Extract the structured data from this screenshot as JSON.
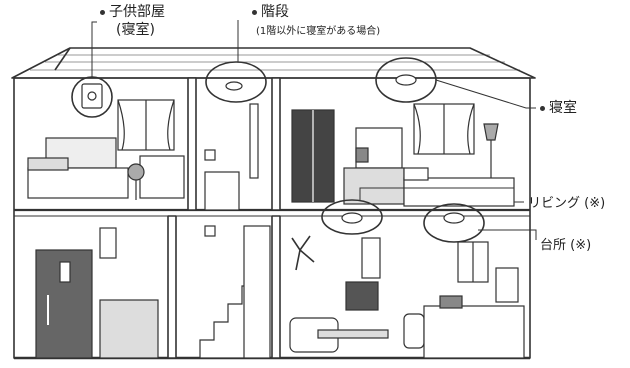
{
  "labels": {
    "kids_room": "子供部屋",
    "kids_room_sub": "(寝室)",
    "stairs": "階段",
    "stairs_note": "(1階以外に寝室がある場合)",
    "bedroom": "寝室",
    "living": "リビング (※)",
    "kitchen": "台所 (※)"
  }
}
